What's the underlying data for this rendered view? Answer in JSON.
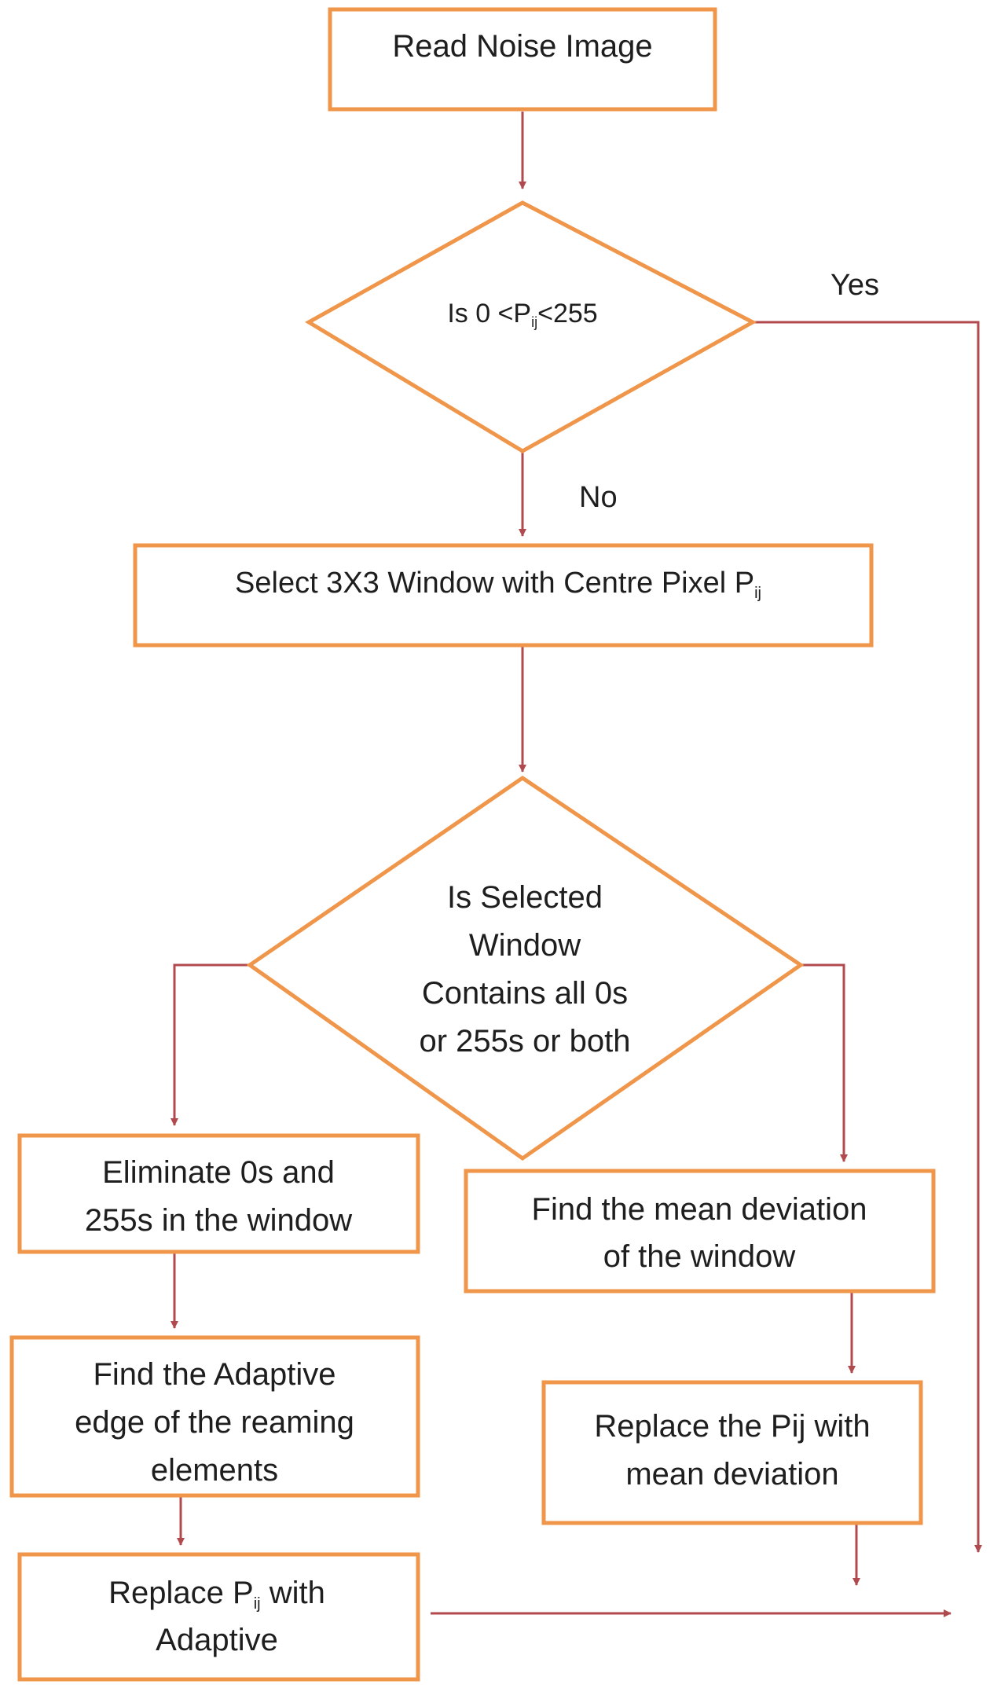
{
  "colors": {
    "box_stroke": "#F0964A",
    "arrow": "#B04A4E",
    "text": "#1e1e1e"
  },
  "nodes": {
    "read": {
      "text": "Read Noise Image"
    },
    "decision1": {
      "prefix": "Is 0 <P",
      "sub": "ij",
      "suffix": "<255"
    },
    "select": {
      "prefix": "Select 3X3 Window with Centre Pixel P",
      "sub": "ij"
    },
    "decision2": {
      "lines": [
        "Is Selected",
        "Window",
        "Contains all 0s",
        "or 255s or both"
      ]
    },
    "eliminate": {
      "lines": [
        "Eliminate 0s and",
        "255s in the window"
      ]
    },
    "mean": {
      "lines": [
        "Find the mean deviation",
        "of the window"
      ]
    },
    "adaptive": {
      "lines": [
        "Find the Adaptive",
        "edge of the reaming",
        "elements"
      ]
    },
    "replace_mean": {
      "lines": [
        "Replace the Pij with",
        "mean deviation"
      ]
    },
    "replace_adaptive": {
      "line1_prefix": "Replace P",
      "line1_sub": "ij",
      "line1_suffix": " with",
      "line2": "Adaptive"
    }
  },
  "edge_labels": {
    "yes": "Yes",
    "no": "No"
  }
}
